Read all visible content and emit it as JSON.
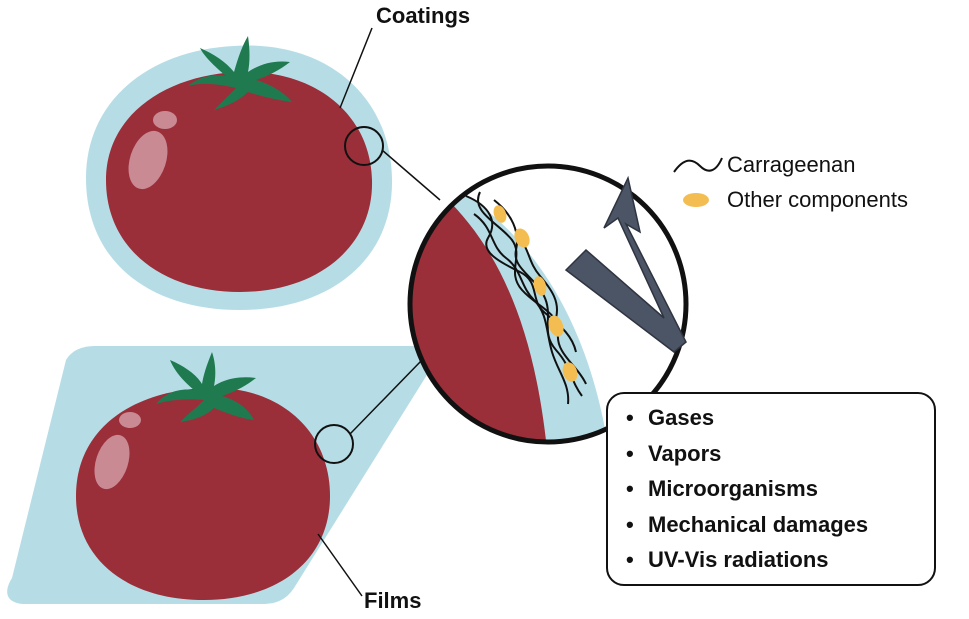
{
  "labels": {
    "coatings": "Coatings",
    "films": "Films"
  },
  "legend": {
    "carrageenan": "Carrageenan",
    "other_components": "Other components"
  },
  "barriers": {
    "items": [
      "Gases",
      "Vapors",
      "Microorganisms",
      "Mechanical damages",
      "UV-Vis radiations"
    ]
  },
  "colors": {
    "tomato": "#9a2f3a",
    "tomato_dark": "#7e2330",
    "highlight": "#c98a94",
    "leaf": "#1f7a50",
    "coating": "#b6dde6",
    "component": "#f4bd52",
    "arrow": "#4c5566",
    "outline": "#111111"
  }
}
